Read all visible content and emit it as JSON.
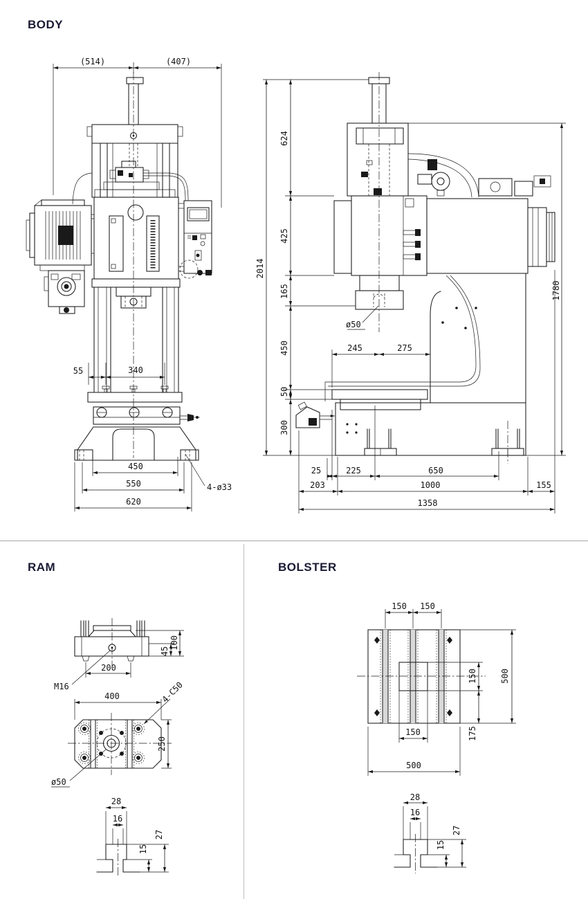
{
  "titles": {
    "body": "BODY",
    "ram": "RAM",
    "bolster": "BOLSTER"
  },
  "colors": {
    "line": "#1a1a1a",
    "title_text": "#1b1b35",
    "divider": "#a8a8a8"
  },
  "body_front": {
    "dim_top_left": "(514)",
    "dim_top_right": "(407)",
    "dim_mid_left": "55",
    "dim_mid_right": "340",
    "dim_bottom_1": "450",
    "dim_bottom_2": "550",
    "dim_bottom_3": "620",
    "leader_feet": "4-ø33"
  },
  "body_side": {
    "overall_height": "2014",
    "seg_1": "624",
    "seg_2": "425",
    "seg_3": "165",
    "seg_4": "450",
    "seg_5": "50",
    "seg_6": "300",
    "right_height": "1780",
    "throat_left": "245",
    "throat_right": "275",
    "leader_bore": "ø50",
    "row1_1": "25",
    "row1_2": "225",
    "row1_3": "650",
    "row2_1": "203",
    "row2_2": "1000",
    "row2_3": "155",
    "overall_depth": "1358"
  },
  "ram_front": {
    "leader_thread": "M16",
    "slot_span": "200",
    "depth_small": "45",
    "depth_total": "100"
  },
  "ram_plan": {
    "width": "400",
    "chamfer": "4-C50",
    "depth": "250",
    "bore": "ø50"
  },
  "ram_slot": {
    "outer_width": "28",
    "slot_width": "16",
    "neck_depth": "15",
    "total_depth": "27"
  },
  "bolster_plan": {
    "pitch_left": "150",
    "pitch_right": "150",
    "center_h": "150",
    "below_center": "175",
    "height": "500",
    "center_w": "150",
    "width": "500"
  },
  "bolster_slot": {
    "outer_width": "28",
    "slot_width": "16",
    "neck_depth": "15",
    "total_depth": "27"
  }
}
